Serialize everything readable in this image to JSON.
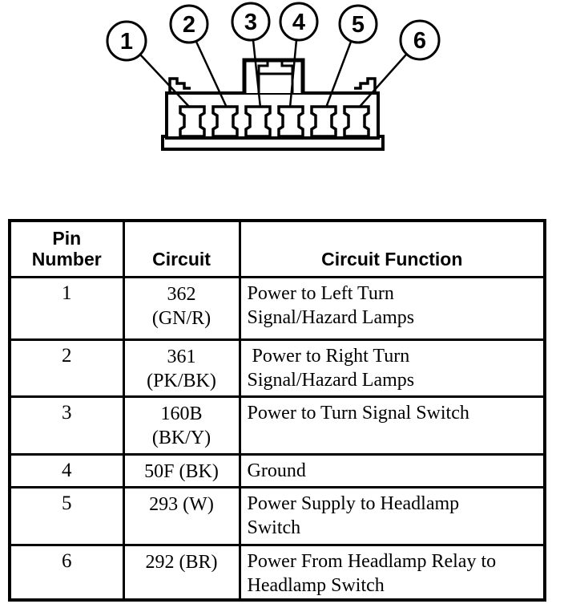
{
  "colors": {
    "ink": "#000000",
    "paper": "#ffffff"
  },
  "diagram": {
    "description": "6-pin connector face view with numbered callouts",
    "callouts": [
      {
        "label": "1"
      },
      {
        "label": "2"
      },
      {
        "label": "3"
      },
      {
        "label": "4"
      },
      {
        "label": "5"
      },
      {
        "label": "6"
      }
    ]
  },
  "table": {
    "headers": {
      "pin": "Pin\nNumber",
      "circuit": "Circuit",
      "function": "Circuit Function"
    },
    "rows": [
      {
        "pin": "1",
        "circuit": "362\n(GN/R)",
        "function": "Power to Left Turn\nSignal/Hazard Lamps"
      },
      {
        "pin": "2",
        "circuit": "361\n(PK/BK)",
        "function": " Power to Right Turn\nSignal/Hazard Lamps"
      },
      {
        "pin": "3",
        "circuit": "160B\n(BK/Y)",
        "function": "Power to Turn Signal Switch"
      },
      {
        "pin": "4",
        "circuit": "50F (BK)",
        "function": "Ground"
      },
      {
        "pin": "5",
        "circuit": "293 (W)",
        "function": "Power Supply to Headlamp\nSwitch"
      },
      {
        "pin": "6",
        "circuit": "292 (BR)",
        "function": "Power From Headlamp Relay to\nHeadlamp Switch"
      }
    ]
  }
}
